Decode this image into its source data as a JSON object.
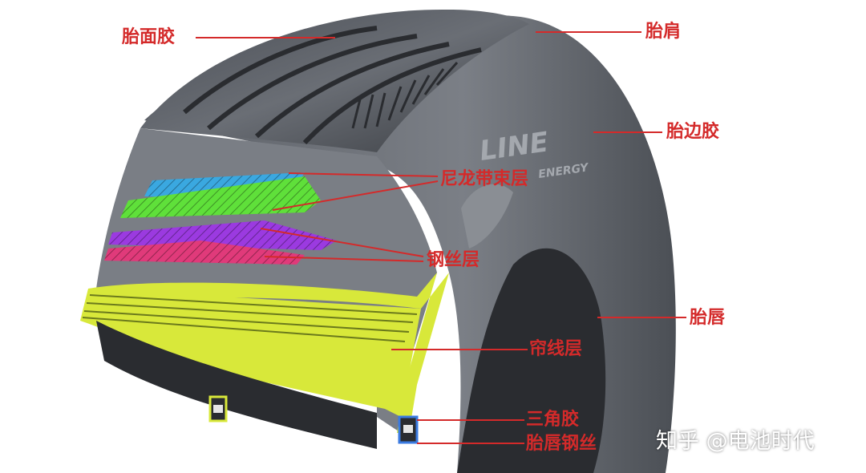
{
  "labels": {
    "tread": "胎面胶",
    "shoulder": "胎肩",
    "sidewall": "胎边胶",
    "nylon_belt": "尼龙带束层",
    "steel_belt": "钢丝层",
    "bead": "胎唇",
    "ply": "帘线层",
    "apex": "三角胶",
    "bead_wire": "胎唇钢丝"
  },
  "sidewall_brand": {
    "line1": "LINE",
    "line2": "ENERGY"
  },
  "watermark": "知乎 @电池时代",
  "colors": {
    "label_red": "#d42a2a",
    "leader_red": "#d42a2a",
    "tire_dark": "#3a3d42",
    "tire_mid": "#5a5e64",
    "tire_light": "#8a8e94",
    "cyan_layer": "#3aa8e0",
    "green_layer": "#5fe03a",
    "purple_layer": "#9b3ae0",
    "pink_layer": "#e03a7a",
    "yellow_layer": "#d8e83a"
  }
}
